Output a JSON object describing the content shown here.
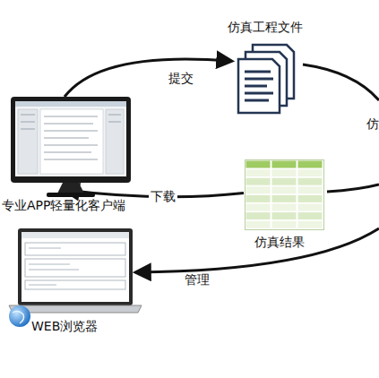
{
  "diagram": {
    "nodes": [
      {
        "text": [
          "专业APP轻量化客户端"
        ]
      },
      {
        "text": [
          "仿真工程文件"
        ]
      },
      {
        "text": [
          "仿真结果"
        ]
      },
      {
        "text": [
          "WEB浏览器"
        ]
      }
    ],
    "edges": [
      {
        "from": 0,
        "to": 1,
        "label": "提交",
        "arrow": "to"
      },
      {
        "from": 2,
        "to": 0,
        "label": "下载",
        "arrow": "to"
      }
    ],
    "labels": [
      "管理",
      "仿"
    ]
  }
}
